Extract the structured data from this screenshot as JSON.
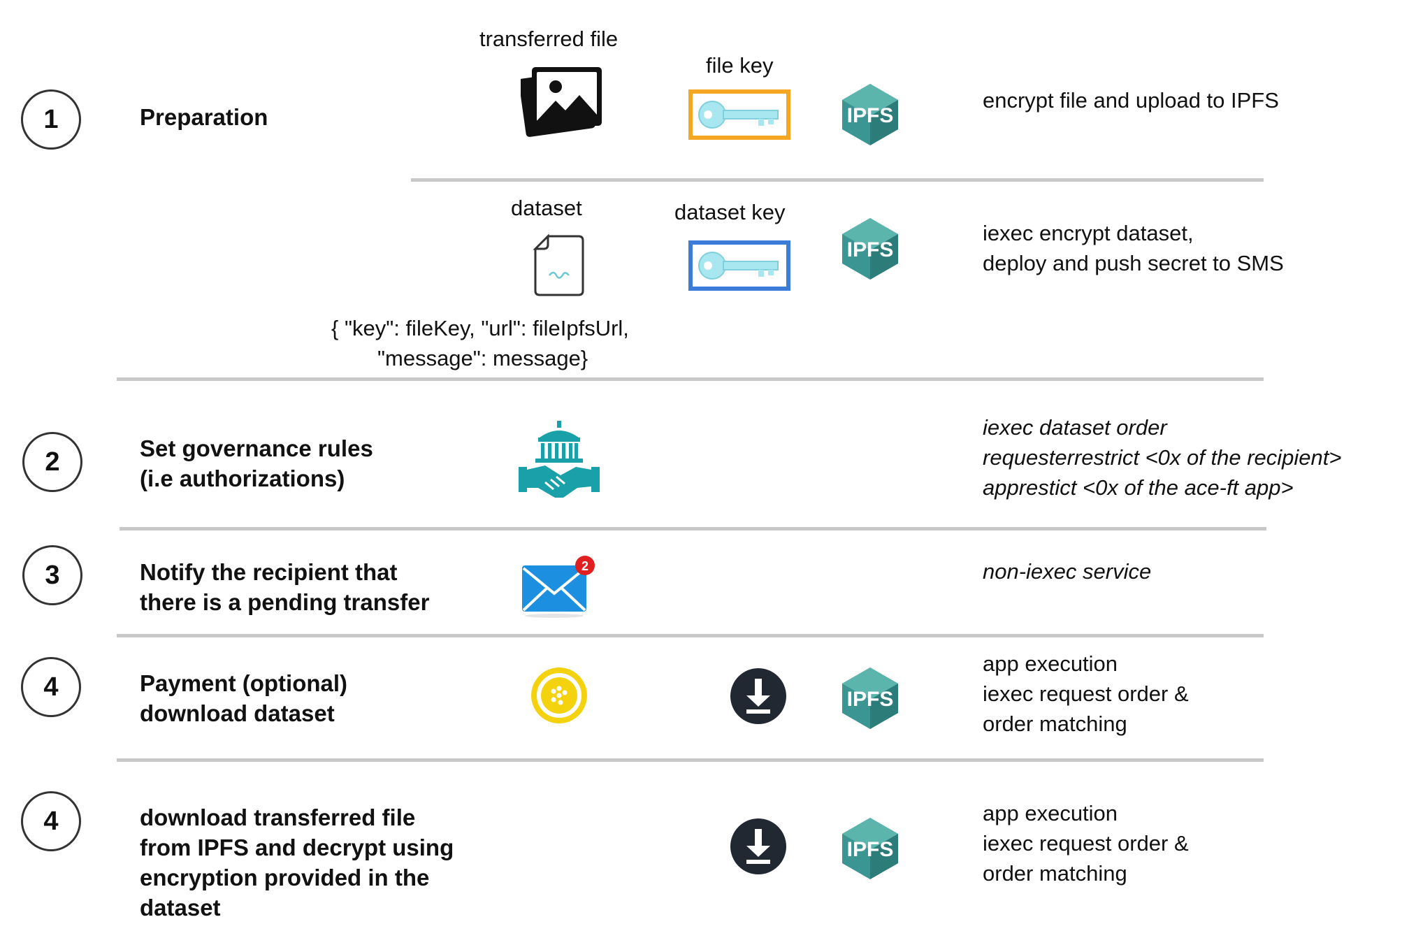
{
  "steps": [
    {
      "number": "1",
      "title": "Preparation"
    },
    {
      "number": "2",
      "title": "Set governance rules\n(i.e authorizations)"
    },
    {
      "number": "3",
      "title": "Notify the recipient that\nthere is a pending transfer"
    },
    {
      "number": "4",
      "title": "Payment (optional)\ndownload dataset"
    },
    {
      "number": "4",
      "title": "download transferred file\nfrom IPFS and decrypt using\nencryption provided in the\ndataset"
    }
  ],
  "prep_file": {
    "file_label": "transferred  file",
    "key_label": "file key",
    "ipfs_text": "IPFS",
    "description": "encrypt file and upload to IPFS"
  },
  "prep_dataset": {
    "dataset_label": "dataset",
    "key_label": "dataset key",
    "ipfs_text": "IPFS",
    "json_line1": "{ \"key\": fileKey, \"url\": fileIpfsUrl,",
    "json_line2": "\"message\": message}",
    "description": "iexec encrypt dataset,\ndeploy and push secret to SMS"
  },
  "governance": {
    "description": "iexec dataset order\nrequesterrestrict <0x of the recipient>\napprestict <0x of the ace-ft app>"
  },
  "notify": {
    "badge_count": "2",
    "description": "non-iexec service"
  },
  "payment": {
    "ipfs_text": "IPFS",
    "description": "app execution\niexec request  order &\norder matching"
  },
  "download": {
    "ipfs_text": "IPFS",
    "description": "app execution\niexec request  order &\norder matching"
  },
  "colors": {
    "file_key_border": "#f5a623",
    "dataset_key_border": "#3b7dd8",
    "key_fill": "#a8e6f0",
    "ipfs_teal": "#3a9593",
    "governance_teal": "#19a0a8",
    "mail_blue": "#1c8fe0",
    "badge_red": "#e02020",
    "coin_yellow": "#f4d20d",
    "download_dark": "#222831",
    "divider": "#c8c8c8"
  }
}
